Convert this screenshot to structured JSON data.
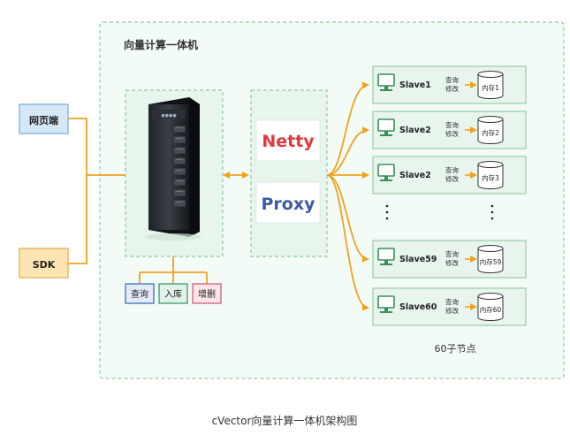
{
  "appliance": {
    "title": "向量计算一体机"
  },
  "clients": [
    {
      "label": "网页端"
    },
    {
      "label": "SDK"
    }
  ],
  "server_rack": {
    "icon": "server-rack-icon"
  },
  "server_ops": [
    {
      "label": "查询",
      "color": "#4a74c4",
      "fill": "#e3ebf9"
    },
    {
      "label": "入库",
      "color": "#4aa070",
      "fill": "#e2f2e8"
    },
    {
      "label": "增删",
      "color": "#d36a80",
      "fill": "#fbe4ea"
    }
  ],
  "proxy_layer": [
    {
      "label": "Netty",
      "color": "#e0383e"
    },
    {
      "label": "Proxy",
      "color": "#3c5aa6"
    }
  ],
  "slaves": [
    {
      "name": "Slave1",
      "op1": "查询",
      "op2": "修改",
      "memory": "内存1"
    },
    {
      "name": "Slave2",
      "op1": "查询",
      "op2": "修改",
      "memory": "内存2"
    },
    {
      "name": "Slave2",
      "op1": "查询",
      "op2": "修改",
      "memory": "内存3"
    },
    {
      "name": "Slave59",
      "op1": "查询",
      "op2": "修改",
      "memory": "内存59"
    },
    {
      "name": "Slave60",
      "op1": "查询",
      "op2": "修改",
      "memory": "内存60"
    }
  ],
  "nodes_caption": "60子节点",
  "caption": "cVector向量计算一体机架构图",
  "colors": {
    "green_border": "#8fcaa0",
    "green_fill": "#edf8f1",
    "client_blue_fill": "#d4e8f8",
    "client_blue_border": "#8bb8de",
    "client_orange_fill": "#fde5b3",
    "client_orange_border": "#e9b960",
    "connector": "#f0a21c"
  }
}
